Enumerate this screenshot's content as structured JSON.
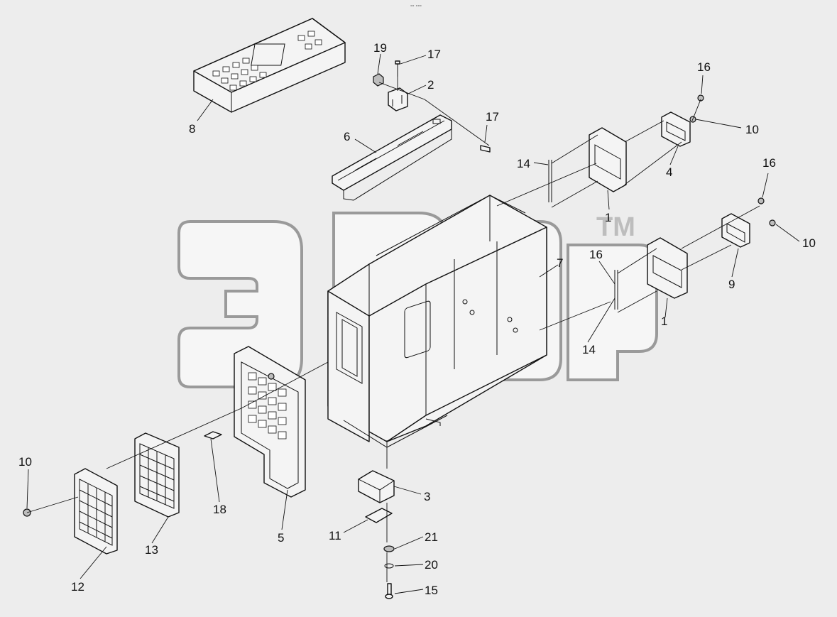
{
  "header_mark": "°° °°°",
  "watermark": {
    "tm": "TM"
  },
  "callouts": [
    {
      "id": "c-19",
      "text": "19"
    },
    {
      "id": "c-17a",
      "text": "17"
    },
    {
      "id": "c-2",
      "text": "2"
    },
    {
      "id": "c-8",
      "text": "8"
    },
    {
      "id": "c-17b",
      "text": "17"
    },
    {
      "id": "c-6",
      "text": "6"
    },
    {
      "id": "c-16a",
      "text": "16"
    },
    {
      "id": "c-10a",
      "text": "10"
    },
    {
      "id": "c-14a",
      "text": "14"
    },
    {
      "id": "c-4",
      "text": "4"
    },
    {
      "id": "c-1a",
      "text": "1"
    },
    {
      "id": "c-16b",
      "text": "16"
    },
    {
      "id": "c-10b",
      "text": "10"
    },
    {
      "id": "c-7",
      "text": "7"
    },
    {
      "id": "c-16c",
      "text": "16"
    },
    {
      "id": "c-9",
      "text": "9"
    },
    {
      "id": "c-1b",
      "text": "1"
    },
    {
      "id": "c-14b",
      "text": "14"
    },
    {
      "id": "c-10c",
      "text": "10"
    },
    {
      "id": "c-18",
      "text": "18"
    },
    {
      "id": "c-5",
      "text": "5"
    },
    {
      "id": "c-13",
      "text": "13"
    },
    {
      "id": "c-12",
      "text": "12"
    },
    {
      "id": "c-3",
      "text": "3"
    },
    {
      "id": "c-11",
      "text": "11"
    },
    {
      "id": "c-21",
      "text": "21"
    },
    {
      "id": "c-20",
      "text": "20"
    },
    {
      "id": "c-15",
      "text": "15"
    }
  ]
}
